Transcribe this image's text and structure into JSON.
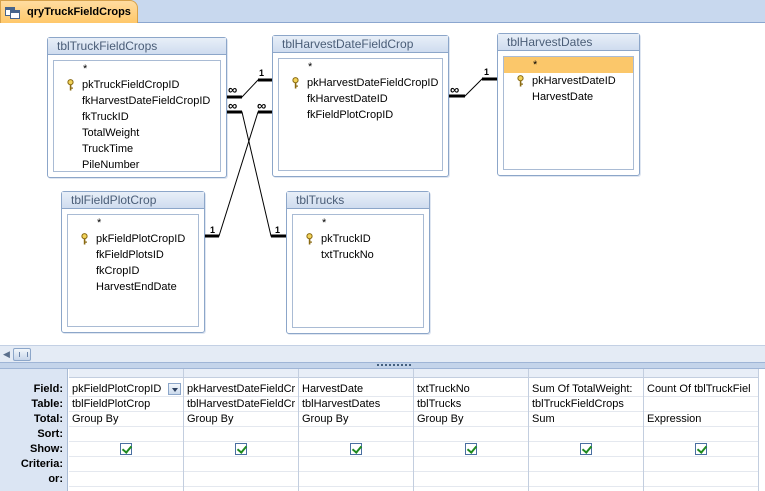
{
  "document_tab": {
    "title": "qryTruckFieldCrops"
  },
  "tables": [
    {
      "name": "tblTruckFieldCrops",
      "fields": [
        {
          "label": "*",
          "key": false
        },
        {
          "label": "pkTruckFieldCropID",
          "key": true
        },
        {
          "label": "fkHarvestDateFieldCropID",
          "key": false
        },
        {
          "label": "fkTruckID",
          "key": false
        },
        {
          "label": "TotalWeight",
          "key": false
        },
        {
          "label": "TruckTime",
          "key": false
        },
        {
          "label": "PileNumber",
          "key": false
        }
      ]
    },
    {
      "name": "tblHarvestDateFieldCrop",
      "fields": [
        {
          "label": "*",
          "key": false
        },
        {
          "label": "pkHarvestDateFieldCropID",
          "key": true
        },
        {
          "label": "fkHarvestDateID",
          "key": false
        },
        {
          "label": "fkFieldPlotCropID",
          "key": false
        }
      ]
    },
    {
      "name": "tblHarvestDates",
      "fields": [
        {
          "label": "*",
          "key": false,
          "selected": true
        },
        {
          "label": "pkHarvestDateID",
          "key": true
        },
        {
          "label": "HarvestDate",
          "key": false
        }
      ]
    },
    {
      "name": "tblFieldPlotCrop",
      "fields": [
        {
          "label": "*",
          "key": false
        },
        {
          "label": "pkFieldPlotCropID",
          "key": true
        },
        {
          "label": "fkFieldPlotsID",
          "key": false
        },
        {
          "label": "fkCropID",
          "key": false
        },
        {
          "label": "HarvestEndDate",
          "key": false
        }
      ]
    },
    {
      "name": "tblTrucks",
      "fields": [
        {
          "label": "*",
          "key": false
        },
        {
          "label": "pkTruckID",
          "key": true
        },
        {
          "label": "txtTruckNo",
          "key": false
        }
      ]
    }
  ],
  "relationships": {
    "one_label": "1",
    "many_label": "∞"
  },
  "grid": {
    "row_labels": {
      "field": "Field:",
      "table": "Table:",
      "total": "Total:",
      "sort": "Sort:",
      "show": "Show:",
      "criteria": "Criteria:",
      "or": "or:"
    },
    "columns": [
      {
        "field": "pkFieldPlotCropID",
        "table": "tblFieldPlotCrop",
        "total": "Group By",
        "sort": "",
        "show": true,
        "criteria": "",
        "or": ""
      },
      {
        "field": "pkHarvestDateFieldCr",
        "table": "tblHarvestDateFieldCr",
        "total": "Group By",
        "sort": "",
        "show": true,
        "criteria": "",
        "or": ""
      },
      {
        "field": "HarvestDate",
        "table": "tblHarvestDates",
        "total": "Group By",
        "sort": "",
        "show": true,
        "criteria": "",
        "or": ""
      },
      {
        "field": "txtTruckNo",
        "table": "tblTrucks",
        "total": "Group By",
        "sort": "",
        "show": true,
        "criteria": "",
        "or": ""
      },
      {
        "field": "Sum Of TotalWeight:",
        "table": "tblTruckFieldCrops",
        "total": "Sum",
        "sort": "",
        "show": true,
        "criteria": "",
        "or": ""
      },
      {
        "field": "Count Of tblTruckFiel",
        "table": "",
        "total": "Expression",
        "sort": "",
        "show": true,
        "criteria": "",
        "or": ""
      }
    ]
  }
}
